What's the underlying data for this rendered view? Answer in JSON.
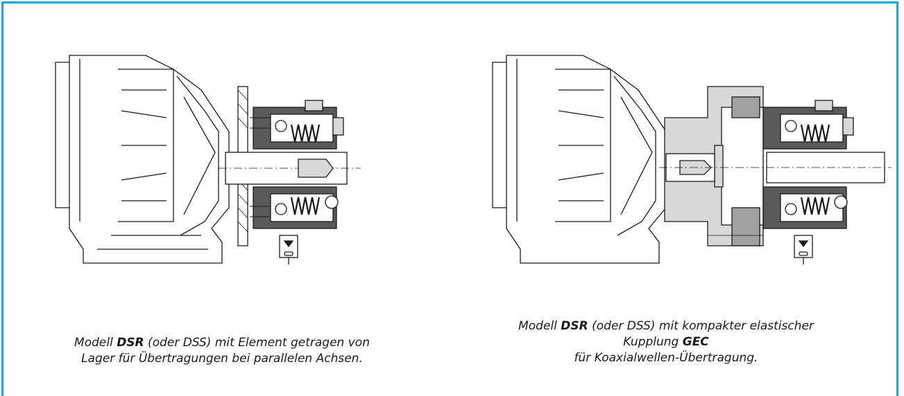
{
  "colors": {
    "frame": "#1aa7e0",
    "line": "#1a1a1a",
    "gray_fill": "#d8d8d8",
    "dark_fill": "#5a5a5a"
  },
  "left": {
    "caption_line1_a": "Modell ",
    "caption_line1_b": "DSR",
    "caption_line1_c": " (oder DSS) mit Element getragen von",
    "caption_line2": "Lager für Übertragungen bei parallelen Achsen."
  },
  "right": {
    "caption_line1_a": "Modell ",
    "caption_line1_b": "DSR",
    "caption_line1_c": " (oder DSS) mit kompakter elastischer",
    "caption_line2_a": "Kupplung ",
    "caption_line2_b": "GEC",
    "caption_line3": "für Koaxialwellen-Übertragung."
  }
}
